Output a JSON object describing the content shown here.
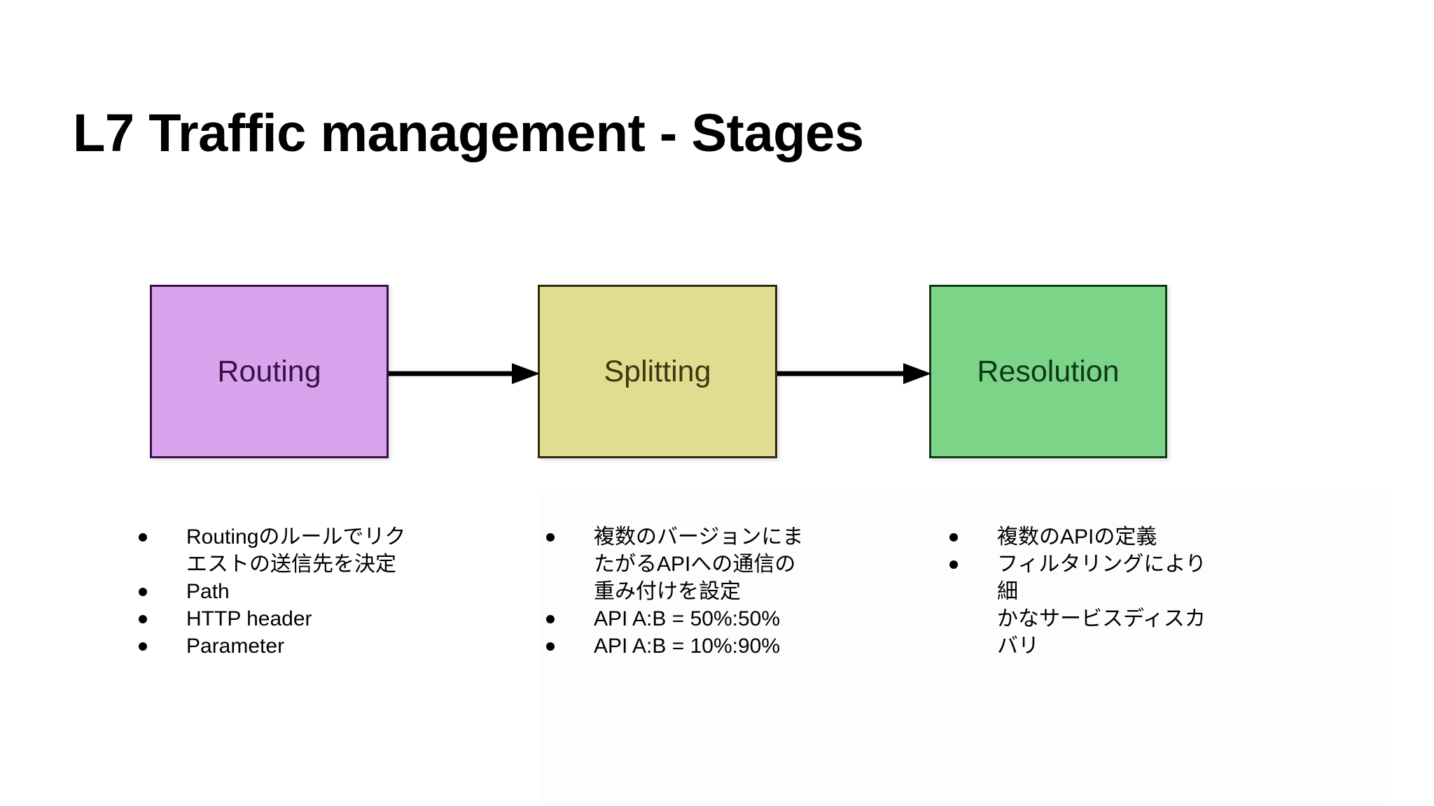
{
  "slide": {
    "title": "L7 Traffic management - Stages",
    "background_color": "#ffffff"
  },
  "diagram": {
    "type": "flow",
    "orientation": "left-to-right",
    "stages": [
      {
        "id": "routing",
        "label": "Routing",
        "fill_color": "#d9a3ee",
        "border_color": "#3a1145",
        "text_color": "#3a1145"
      },
      {
        "id": "splitting",
        "label": "Splitting",
        "fill_color": "#e0dc90",
        "border_color": "#2f2d10",
        "text_color": "#3c3812"
      },
      {
        "id": "resolution",
        "label": "Resolution",
        "fill_color": "#7cd489",
        "border_color": "#0f3a16",
        "text_color": "#0c3a14"
      }
    ],
    "connectors": [
      {
        "from": "routing",
        "to": "splitting",
        "style": "solid-arrow",
        "color": "#000000"
      },
      {
        "from": "splitting",
        "to": "resolution",
        "style": "solid-arrow",
        "color": "#000000"
      }
    ]
  },
  "columns": [
    {
      "stage": "routing",
      "bullets": [
        "Routingのルールでリク\nエストの送信先を決定",
        "Path",
        "HTTP header",
        "Parameter"
      ]
    },
    {
      "stage": "splitting",
      "bullets": [
        "複数のバージョンにま\nたがるAPIへの通信の\n重み付けを設定",
        "API A:B = 50%:50%",
        "API A:B = 10%:90%"
      ]
    },
    {
      "stage": "resolution",
      "bullets": [
        "複数のAPIの定義",
        "フィルタリングにより細\nかなサービスディスカ\nバリ"
      ]
    }
  ]
}
